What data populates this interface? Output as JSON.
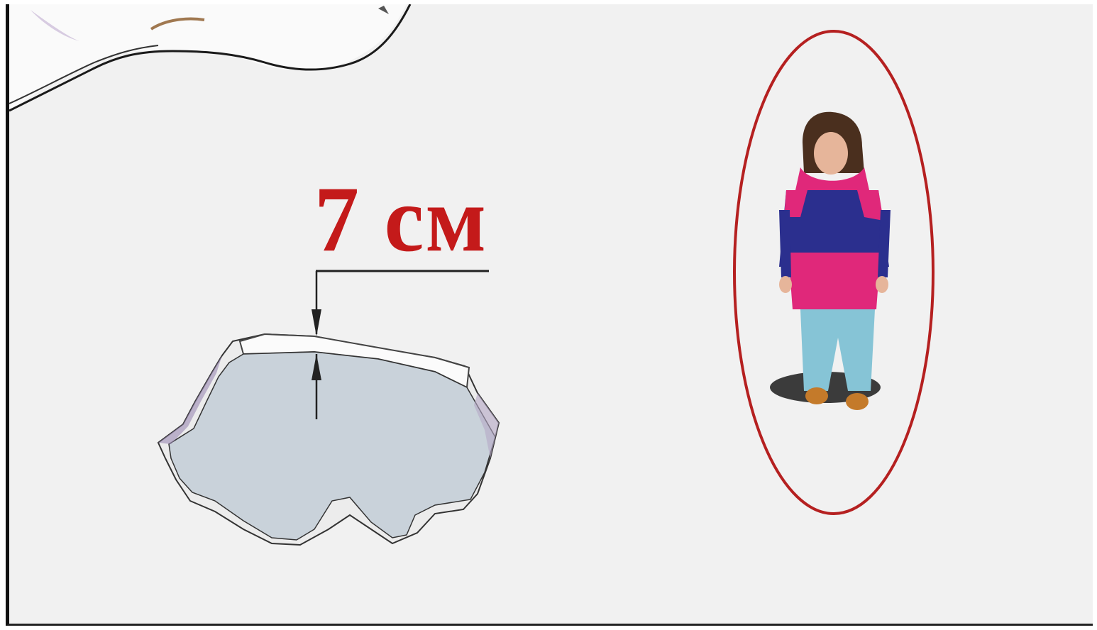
{
  "measurement": {
    "label": "7 см",
    "value": 7,
    "unit": "см"
  },
  "colors": {
    "background": "#f1f1f1",
    "label": "#c41a1a",
    "ellipse": "#b52020",
    "ice_hole_water": "#c9d2da",
    "ice_edge": "#f5f5f5",
    "jacket_blue": "#2b2f8e",
    "jacket_pink": "#e0287a",
    "pants": "#86c4d6"
  },
  "icons": {
    "ice_hole": "ice-hole-illustration",
    "child": "child-in-winter-clothes-illustration",
    "snow_bank": "snow-bank-illustration"
  }
}
